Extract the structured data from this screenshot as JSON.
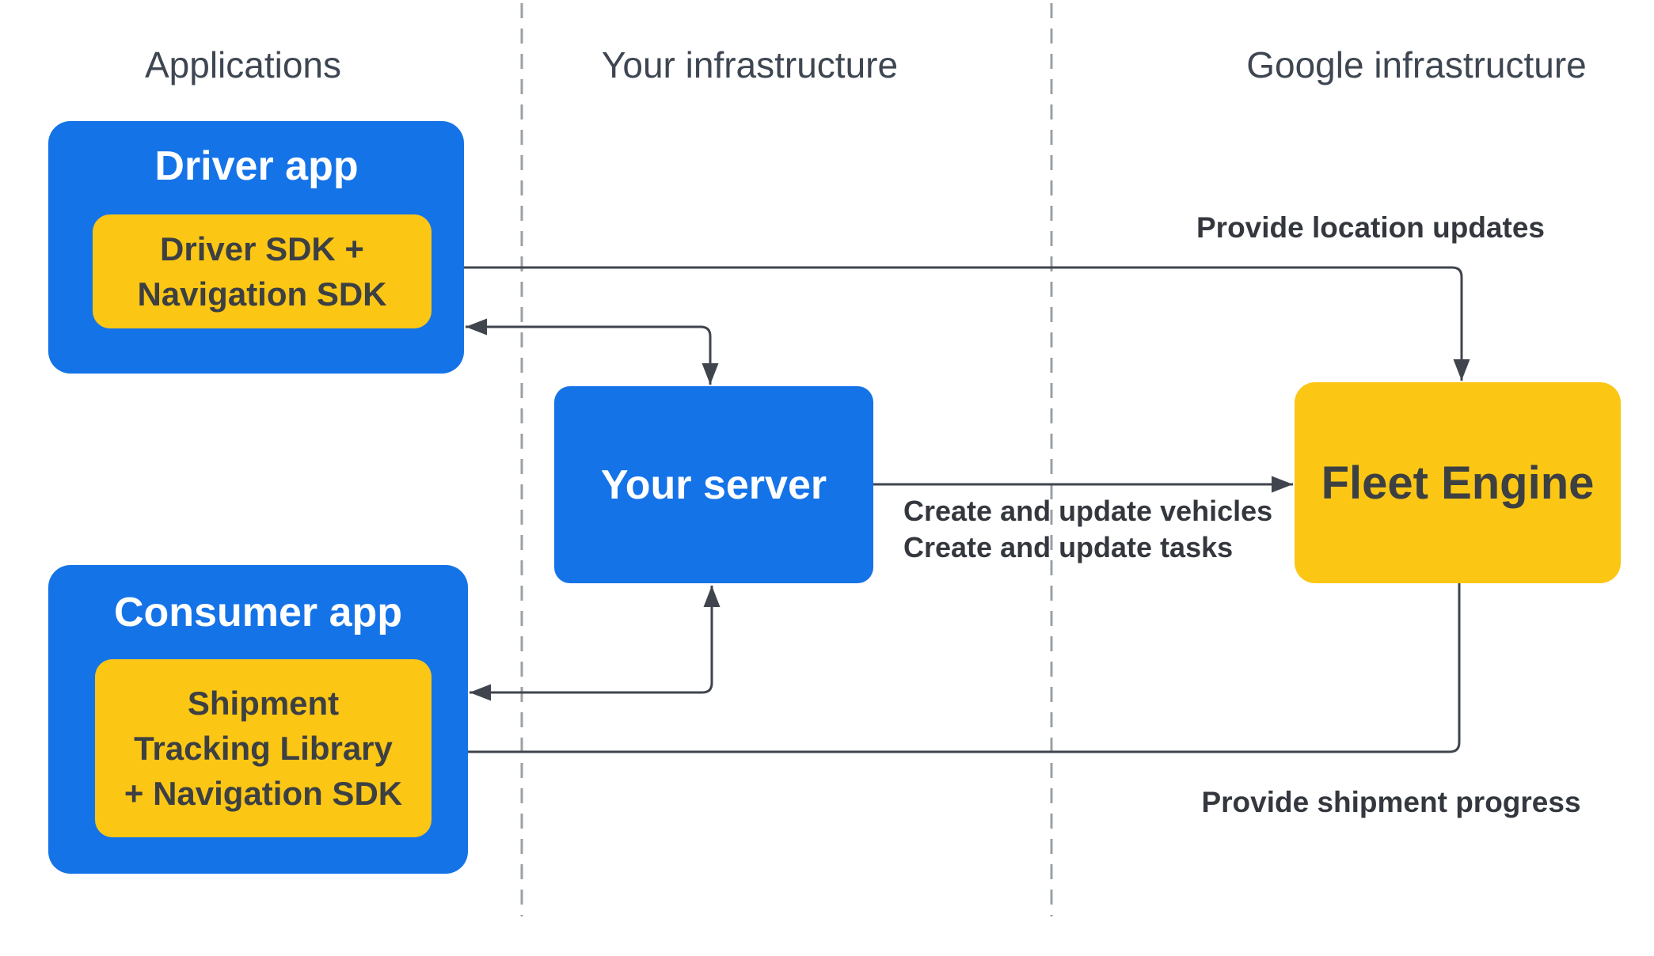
{
  "columns": [
    {
      "label": "Applications"
    },
    {
      "label": "Your infrastructure"
    },
    {
      "label": "Google infrastructure"
    }
  ],
  "nodes": {
    "driver_app": {
      "title": "Driver app",
      "sdk_lines": [
        "Driver SDK +",
        "Navigation SDK"
      ]
    },
    "consumer_app": {
      "title": "Consumer app",
      "sdk_lines": [
        "Shipment",
        "Tracking Library",
        "+ Navigation SDK"
      ]
    },
    "your_server": {
      "title": "Your server"
    },
    "fleet_engine": {
      "title": "Fleet Engine"
    }
  },
  "annotations": {
    "provide_location_updates": "Provide location updates",
    "create_update_lines": [
      "Create and update vehicles",
      "Create and update tasks"
    ],
    "provide_shipment_progress": "Provide shipment progress"
  },
  "colors": {
    "blue": "#1573E8",
    "yellow": "#FCC615",
    "node_title_light": "#FFFFFF",
    "node_text_dark": "#3C4043",
    "annotation_text": "#34383E",
    "header_text": "#3E4651",
    "arrow": "#3F444D",
    "divider": "#9AA0A6",
    "background": "#FFFFFF"
  }
}
